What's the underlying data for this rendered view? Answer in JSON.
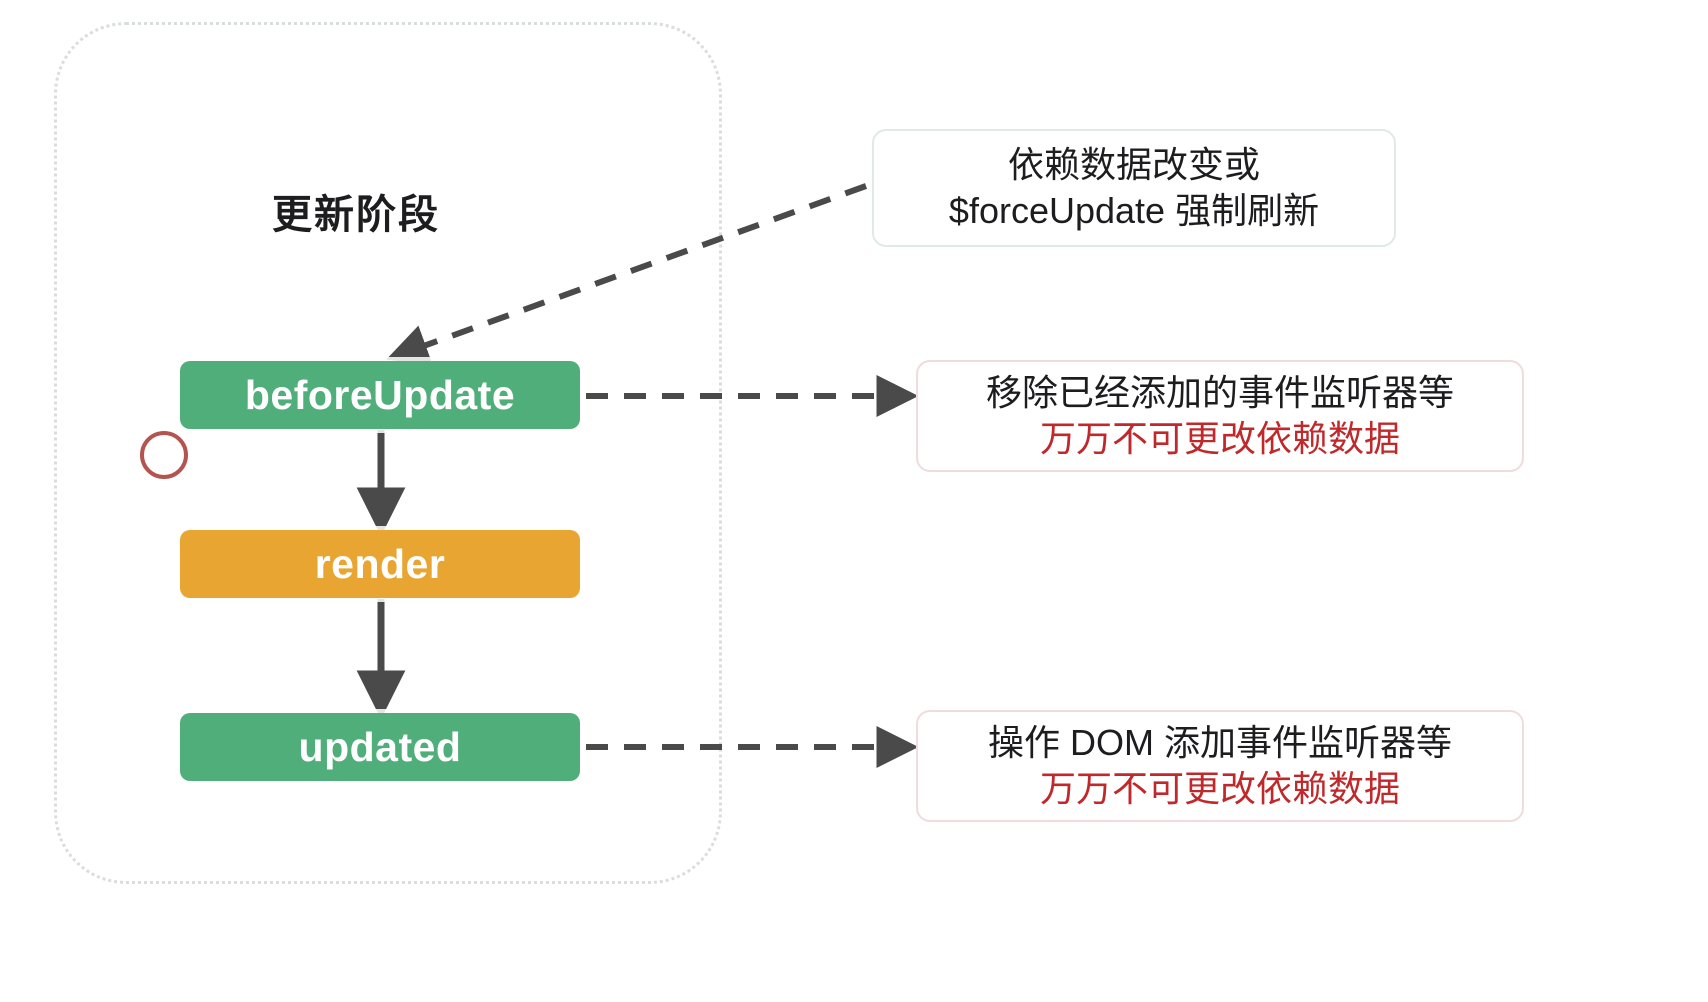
{
  "diagram": {
    "title": "更新阶段",
    "group_label": "更新阶段"
  },
  "nodes": [
    {
      "id": "beforeUpdate",
      "label": "beforeUpdate",
      "color": "#4fae79",
      "kind": "hook"
    },
    {
      "id": "render",
      "label": "render",
      "color": "#e8a531",
      "kind": "render"
    },
    {
      "id": "updated",
      "label": "updated",
      "color": "#4fae79",
      "kind": "hook"
    }
  ],
  "callouts": {
    "trigger": {
      "line1": "依赖数据改变或",
      "line2": "$forceUpdate 强制刷新",
      "border_color": "#dfe9e5",
      "target": "beforeUpdate"
    },
    "before_update": {
      "line1": "移除已经添加的事件监听器等",
      "line2": "万万不可更改依赖数据",
      "border_color": "#f0dcdc",
      "warn_color": "#c0292b",
      "source": "beforeUpdate"
    },
    "updated": {
      "line1": "操作 DOM 添加事件监听器等",
      "line2": "万万不可更改依赖数据",
      "border_color": "#f0dcdc",
      "warn_color": "#c0292b",
      "source": "updated"
    }
  },
  "annotations": {
    "marker_circle": {
      "name": "red-circle-marker",
      "color": "#b5544e"
    }
  },
  "colors": {
    "green": "#4fae79",
    "orange": "#e8a531",
    "red": "#c0292b",
    "arrow": "#4a4a4a",
    "group_border": "#d9dedd",
    "background": "#ffffff"
  }
}
